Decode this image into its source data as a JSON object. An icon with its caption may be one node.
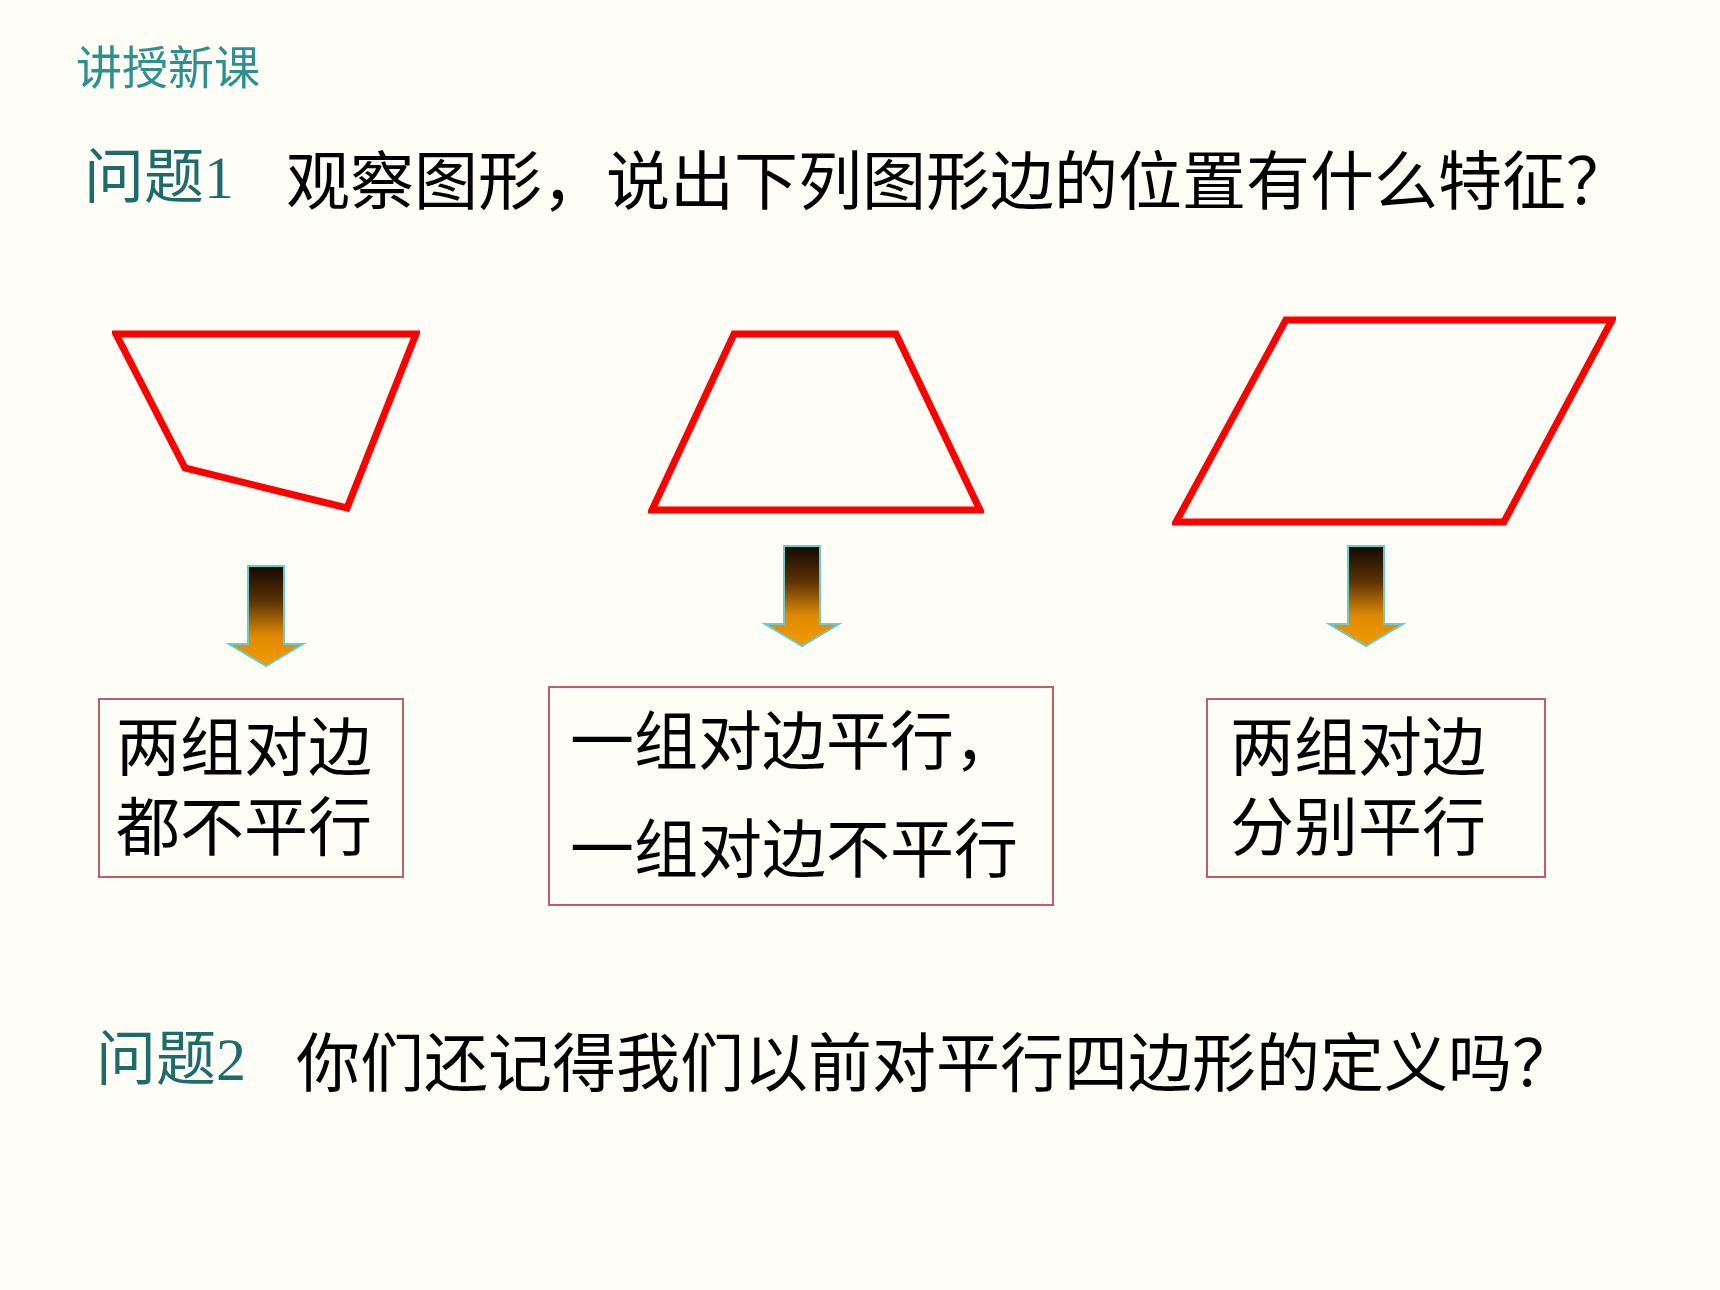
{
  "diagram": {
    "title": "讲授新课",
    "nodes": [
      {
        "text": [],
        "shape": "quadrilateral"
      },
      {
        "text": [],
        "shape": "trapezoid"
      },
      {
        "text": [],
        "shape": "parallelogram"
      },
      {
        "text": [
          "两组对边都不平行"
        ]
      },
      {
        "text": [
          "一组对边平行，一组对边不平行"
        ]
      },
      {
        "text": [
          "两组对边分别平行"
        ]
      }
    ],
    "edges": [
      {
        "from": 0,
        "to": 3,
        "arrow": "to"
      },
      {
        "from": 1,
        "to": 4,
        "arrow": "to"
      },
      {
        "from": 2,
        "to": 5,
        "arrow": "to"
      }
    ],
    "labels": [
      "问题1",
      "观察图形，说出下列图形边的位置有什么特征？",
      "问题2",
      "你们还记得我们以前对平行四边形的定义吗？"
    ]
  }
}
